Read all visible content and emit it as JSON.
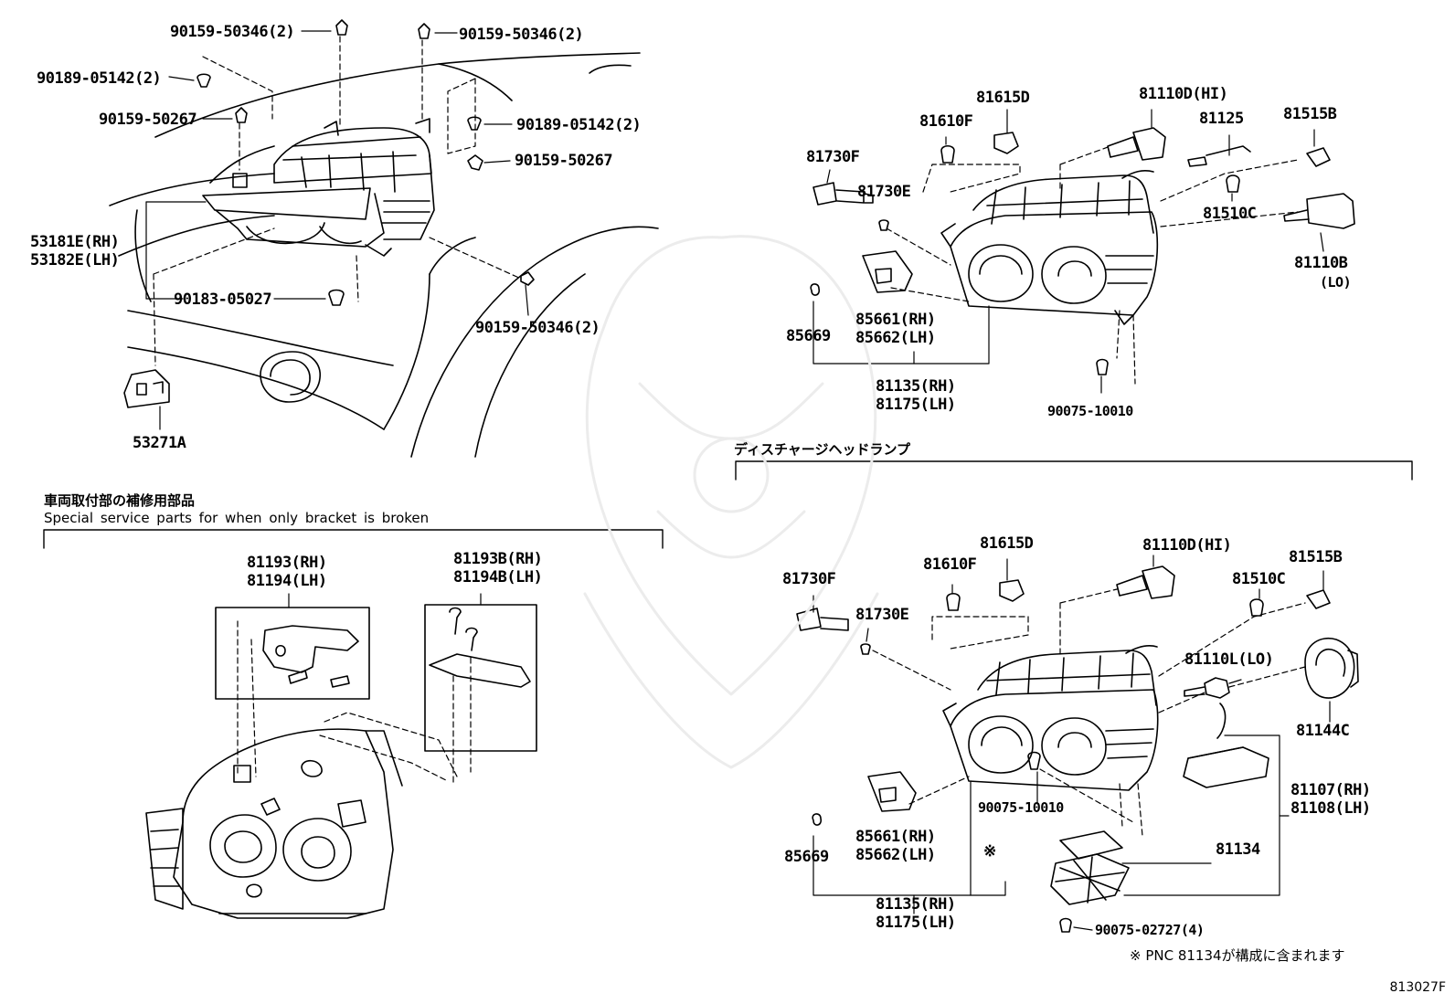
{
  "sections": {
    "discharge_headlamp_label": "ディスチャージヘッドランプ",
    "special_service_jp": "車両取付部の補修用部品",
    "special_service_en": "Special service parts for when only bracket is broken"
  },
  "footnote": "※ PNC 81134が構成に含まれます",
  "asterisk_mark": "※",
  "figure_number": "813027F",
  "parts": {
    "p_90159_50346_a": "90159-50346(2)",
    "p_90159_50346_b": "90159-50346(2)",
    "p_90189_05142_a": "90189-05142(2)",
    "p_90189_05142_b": "90189-05142(2)",
    "p_90159_50267_a": "90159-50267",
    "p_90159_50267_b": "90159-50267",
    "p_53181e": "53181E(RH)",
    "p_53182e": "53182E(LH)",
    "p_90183_05027": "90183-05027",
    "p_90159_50346_c": "90159-50346(2)",
    "p_53271a": "53271A",
    "tr_81615d": "81615D",
    "tr_81610f": "81610F",
    "tr_81110d": "81110D(HI)",
    "tr_81125": "81125",
    "tr_81515b": "81515B",
    "tr_81730f": "81730F",
    "tr_81730e": "81730E",
    "tr_81510c": "81510C",
    "tr_81110b": "81110B",
    "tr_lo": "(LO)",
    "tr_85669": "85669",
    "tr_85661": "85661(RH)",
    "tr_85662": "85662(LH)",
    "tr_81135": "81135(RH)",
    "tr_81175": "81175(LH)",
    "tr_90075_10010": "90075-10010",
    "br_81193": "81193(RH)",
    "br_81194": "81194(LH)",
    "br_81193b": "81193B(RH)",
    "br_81194b": "81194B(LH)",
    "ds_81615d": "81615D",
    "ds_81610f": "81610F",
    "ds_81110d": "81110D(HI)",
    "ds_81515b": "81515B",
    "ds_81730f": "81730F",
    "ds_81510c": "81510C",
    "ds_81730e": "81730E",
    "ds_81110l": "81110L(LO)",
    "ds_81144c": "81144C",
    "ds_90075_10010": "90075-10010",
    "ds_81107": "81107(RH)",
    "ds_81108": "81108(LH)",
    "ds_85661": "85661(RH)",
    "ds_85662": "85662(LH)",
    "ds_85669": "85669",
    "ds_81134": "81134",
    "ds_81135": "81135(RH)",
    "ds_81175": "81175(LH)",
    "ds_90075_02727": "90075-02727(4)"
  }
}
